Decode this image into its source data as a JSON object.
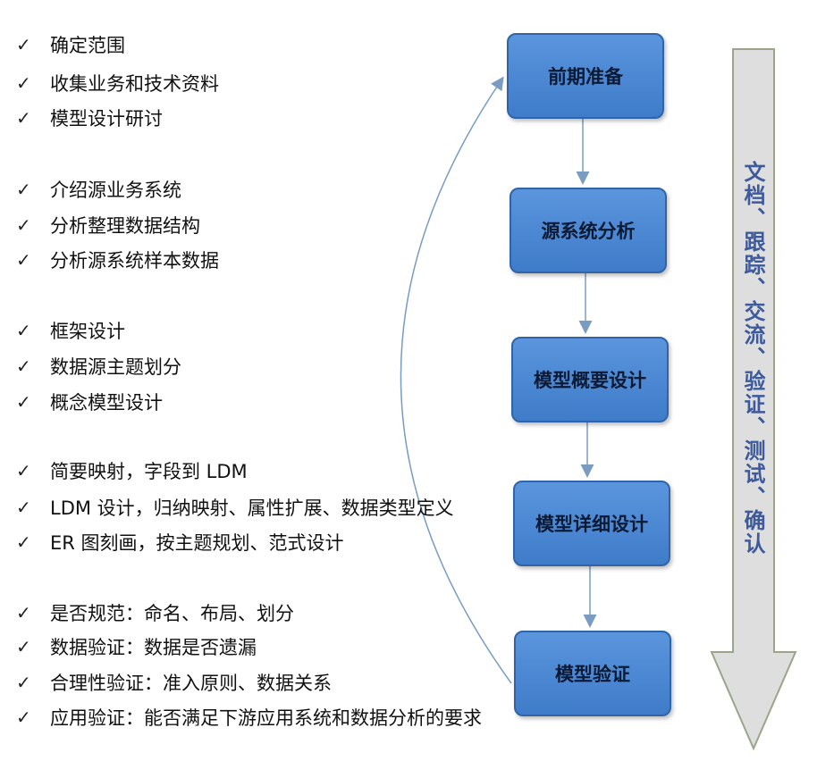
{
  "checklist_groups": [
    {
      "items": [
        "确定范围",
        "收集业务和技术资料",
        "模型设计研讨"
      ]
    },
    {
      "items": [
        "介绍源业务系统",
        "分析整理数据结构",
        "分析源系统样本数据"
      ]
    },
    {
      "items": [
        "框架设计",
        "数据源主题划分",
        "概念模型设计"
      ]
    },
    {
      "items": [
        "简要映射，字段到 LDM",
        "LDM 设计，归纳映射、属性扩展、数据类型定义",
        "ER 图刻画，按主题规划、范式设计"
      ]
    },
    {
      "items": [
        "是否规范：命名、布局、划分",
        "数据验证：数据是否遗漏",
        "合理性验证：准入原则、数据关系",
        "应用验证：能否满足下游应用系统和数据分析的要求"
      ]
    }
  ],
  "check_symbol": "✓",
  "steps": [
    "前期准备",
    "源系统分析",
    "模型概要设计",
    "模型详细设计",
    "模型验证"
  ],
  "side_arrow_text": "文档、跟踪、交流、验证、测试、确认",
  "colors": {
    "box": "#4a88d2",
    "box_border": "#2f64a8",
    "side_text": "#3d5a9c",
    "arrow_fill": "#dedede"
  }
}
